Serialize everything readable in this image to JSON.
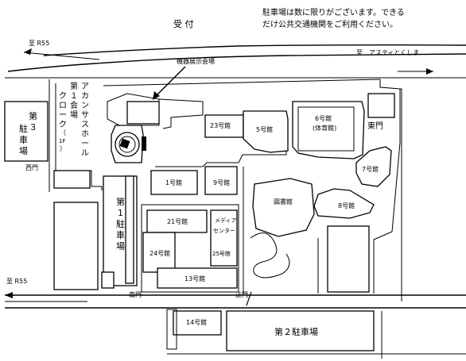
{
  "notice": {
    "line1": "駐車場は数に限りがございます。できる",
    "line2": "だけ公共交通機関をご利用ください。"
  },
  "reception": "受 付",
  "directions": {
    "to_r55_top": "至 R55",
    "to_r55_bottom": "至 R55",
    "to_asty": "至　アスティとくしま"
  },
  "exhibition_venue": "機器展示会場",
  "arkansas_hall": [
    "ア",
    "カ",
    "ン",
    "サ",
    "ス",
    "ホ",
    "ー",
    "ル"
  ],
  "first_venue": [
    "第",
    "１",
    "会",
    "場"
  ],
  "cloakroom": [
    "ク",
    "ロ",
    "ー",
    "ク",
    "（",
    "1F",
    "）"
  ],
  "parking3": [
    "第",
    "３",
    "駐",
    "車",
    "場"
  ],
  "parking1": [
    "第",
    "1",
    "駐",
    "車",
    "場"
  ],
  "parking2": "第２駐車場",
  "gates": {
    "west": "西門",
    "east": "東門",
    "south": "南門",
    "main": "正門"
  },
  "buildings": {
    "b23": "23号館",
    "b5": "5号館",
    "b6": "6号館",
    "b6_sub": "(体育館)",
    "b7": "7号館",
    "b8": "8号館",
    "b1": "1号館",
    "b9": "9号館",
    "library": "図書館",
    "b21": "21号館",
    "b24": "24号館",
    "media": [
      "メディア",
      "センター",
      "25号館"
    ],
    "b13": "13号館",
    "b14": "14号館"
  }
}
